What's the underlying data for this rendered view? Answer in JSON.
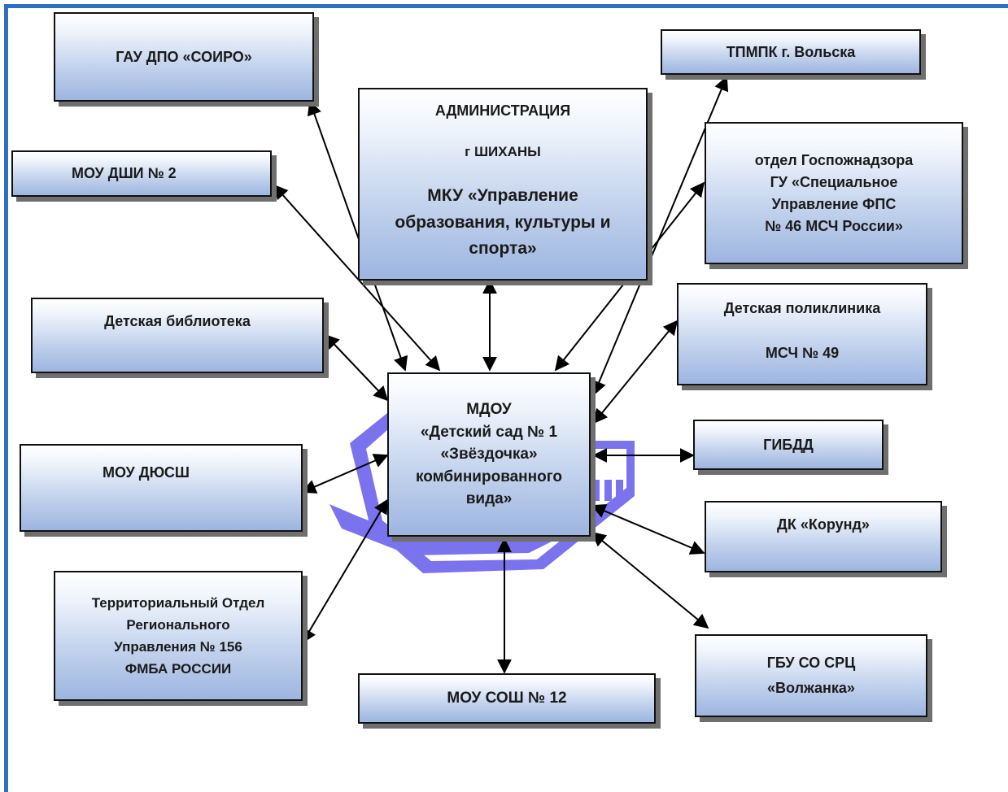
{
  "center": {
    "lines": [
      "МДОУ",
      "«Детский сад № 1",
      "«Звёздочка»",
      "комбинированного",
      "вида»"
    ]
  },
  "nodes": {
    "gau_dpo": "ГАУ ДПО «СОИРО»",
    "administration": {
      "line1": "АДМИНИСТРАЦИЯ",
      "line2": "г ШИХАНЫ",
      "line3": "МКУ «Управление",
      "line4": "образования, культуры и",
      "line5": "спорта»"
    },
    "tpmpk": "ТПМПК г. Вольска",
    "moudshi": "МОУ ДШИ № 2",
    "gospozhnadzor": [
      "отдел Госпожнадзора",
      "ГУ «Специальное",
      "Управление ФПС",
      "№ 46 МСЧ России»"
    ],
    "library": "Детская библиотека",
    "polyclinic": {
      "line1": "Детская поликлиника",
      "line2": "МСЧ № 49"
    },
    "moudyussh": "МОУ ДЮСШ",
    "gibdd": "ГИБДД",
    "dk_korund": "ДК «Корунд»",
    "fmba": [
      "Территориальный Отдел",
      "Регионального",
      "Управления № 156",
      "ФМБА РОССИИ"
    ],
    "sosh": "МОУ СОШ № 12",
    "gbu": {
      "line1": "ГБУ СО СРЦ",
      "line2": "«Волжанка»"
    }
  },
  "colors": {
    "frame": "#2e6fc4",
    "logo": "#7b72ee",
    "arrow": "#000000"
  },
  "icons": {
    "watermark": "school-building-logo"
  }
}
